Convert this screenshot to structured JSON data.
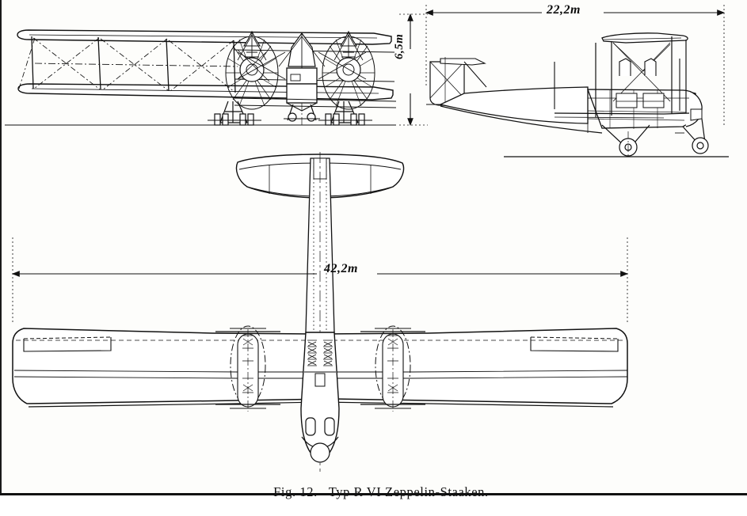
{
  "figure": {
    "caption_number": "Fig. 12.",
    "caption_text": "Typ R VI Zeppelin-Staaken.",
    "caption_full": "Fig. 12.   Typ R VI Zeppelin-Staaken.",
    "aircraft_type": "Typ R VI Zeppelin-Staaken",
    "drawing_style": "three-view line drawing",
    "ink_color": "#111111",
    "paper_color": "#fdfdfb"
  },
  "dimensions": {
    "wingspan": "42,2m",
    "length": "22,2m",
    "height": "6,5m"
  },
  "views": {
    "front": {
      "name": "front-elevation-view",
      "label": "front view",
      "features": [
        "upper wing",
        "lower wing",
        "interplane struts",
        "cross bracing wires",
        "fuselage nacelle",
        "engine nacelles",
        "propeller discs",
        "main landing gear",
        "ground line"
      ]
    },
    "side": {
      "name": "side-elevation-view",
      "label": "side view",
      "features": [
        "tail fin",
        "rudder",
        "horizontal stabilizer",
        "fuselage",
        "biplane wings",
        "engine nacelles",
        "nose",
        "main landing gear",
        "nose wheel",
        "ground line"
      ]
    },
    "plan": {
      "name": "plan-top-view",
      "label": "plan view",
      "features": [
        "upper wing",
        "ailerons",
        "horizontal stabilizer",
        "elevators",
        "fuselage",
        "cockpit openings",
        "gun ring",
        "engine nacelles",
        "propellers",
        "centre line"
      ]
    }
  }
}
